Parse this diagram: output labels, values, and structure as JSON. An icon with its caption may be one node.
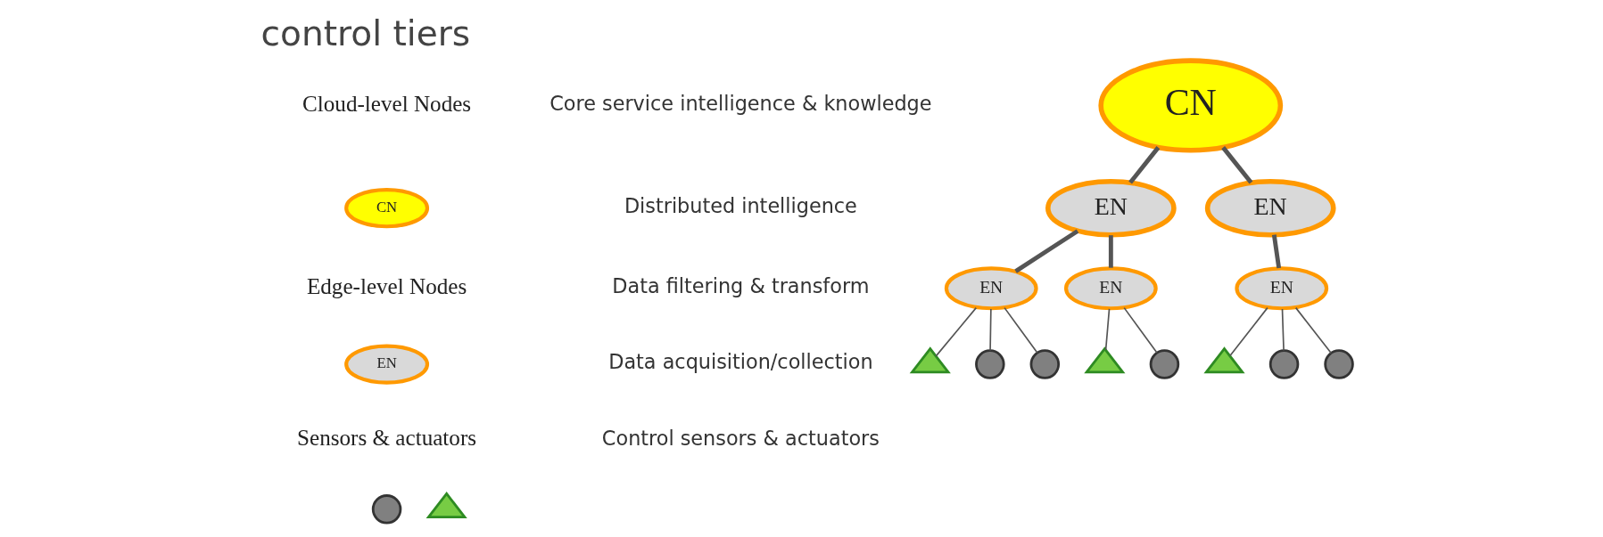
{
  "diagram": {
    "title": "control tiers",
    "nodes": [
      {
        "text": [
          "CN"
        ]
      },
      {
        "text": [
          "EN"
        ]
      },
      {
        "text": [],
        "shape": "circle"
      },
      {
        "text": [],
        "shape": "triangle"
      },
      {
        "text": [
          "CN"
        ]
      },
      {
        "text": [
          "EN"
        ]
      },
      {
        "text": [
          "EN"
        ]
      },
      {
        "text": [
          "EN"
        ]
      },
      {
        "text": [
          "EN"
        ]
      },
      {
        "text": [
          "EN"
        ]
      },
      {
        "text": [],
        "shape": "triangle"
      },
      {
        "text": [],
        "shape": "circle"
      },
      {
        "text": [],
        "shape": "circle"
      },
      {
        "text": [],
        "shape": "triangle"
      },
      {
        "text": [],
        "shape": "circle"
      },
      {
        "text": [],
        "shape": "triangle"
      },
      {
        "text": [],
        "shape": "circle"
      },
      {
        "text": [],
        "shape": "circle"
      }
    ],
    "edges": [
      {
        "from": 4,
        "to": 5,
        "arrow": "none",
        "style": "thick"
      },
      {
        "from": 4,
        "to": 6,
        "arrow": "none",
        "style": "thick"
      },
      {
        "from": 5,
        "to": 7,
        "arrow": "none",
        "style": "thick"
      },
      {
        "from": 5,
        "to": 8,
        "arrow": "none",
        "style": "thick"
      },
      {
        "from": 6,
        "to": 9,
        "arrow": "none",
        "style": "thick"
      },
      {
        "from": 7,
        "to": 10,
        "arrow": "none"
      },
      {
        "from": 7,
        "to": 11,
        "arrow": "none"
      },
      {
        "from": 7,
        "to": 12,
        "arrow": "none"
      },
      {
        "from": 8,
        "to": 13,
        "arrow": "none"
      },
      {
        "from": 8,
        "to": 14,
        "arrow": "none"
      },
      {
        "from": 9,
        "to": 15,
        "arrow": "none"
      },
      {
        "from": 9,
        "to": 16,
        "arrow": "none"
      },
      {
        "from": 9,
        "to": 17,
        "arrow": "none"
      }
    ],
    "labels": [
      "Cloud-level Nodes",
      "Edge-level Nodes",
      "Sensors & actuators",
      "Core service intelligence & knowledge",
      "Distributed intelligence",
      "Data filtering & transform",
      "Data acquisition/collection",
      "Control sensors & actuators"
    ]
  }
}
